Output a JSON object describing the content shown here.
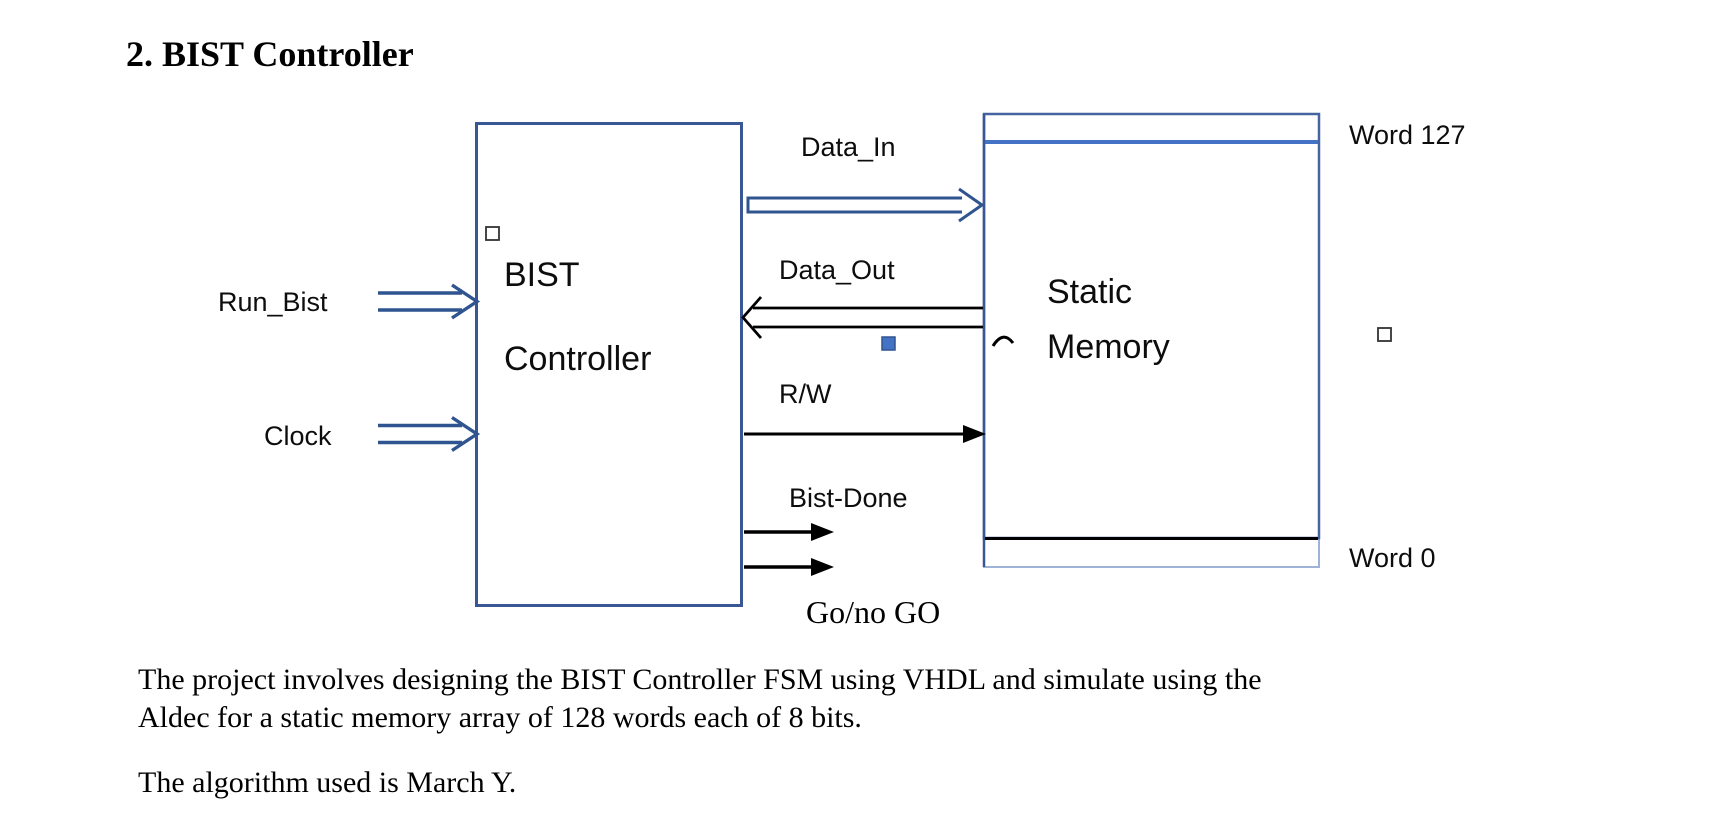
{
  "title": "2. BIST Controller",
  "diagram": {
    "bist_box": {
      "line1": "BIST",
      "line2": "Controller"
    },
    "memory_box": {
      "line1": "Static",
      "line2": "Memory"
    },
    "inputs": {
      "run_bist": "Run_Bist",
      "clock": "Clock"
    },
    "signals": {
      "data_in": "Data_In",
      "data_out": "Data_Out",
      "rw": "R/W",
      "bist_done": "Bist-Done",
      "go_no_go": "Go/no GO"
    },
    "memory_labels": {
      "word_top": "Word 127",
      "word_bottom": "Word 0"
    },
    "colors": {
      "box_border_blue": "#3a5795",
      "arrow_blue": "#2f5490",
      "memory_top_line_blue": "#4472c4",
      "handle_square_blue": "#4472c4",
      "memory_light_border": "#9fb3d9",
      "signal_black": "#000000"
    }
  },
  "body": {
    "paragraph1": {
      "line1": "The project involves designing the BIST Controller FSM using VHDL and simulate using the",
      "line2": "Aldec for a static memory array of 128 words each of 8 bits."
    },
    "paragraph2": "The algorithm used is March Y."
  }
}
